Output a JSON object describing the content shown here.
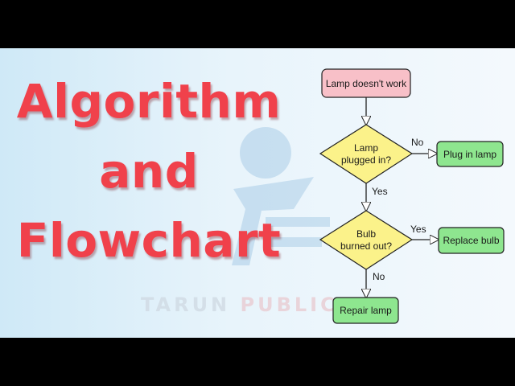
{
  "title": {
    "line1": "Algorithm",
    "line2": "and",
    "line3": "Flowchart"
  },
  "watermark": {
    "first": "TARUN",
    "second": "PUBLICATI"
  },
  "flowchart": {
    "nodes": {
      "start": "Lamp doesn't work",
      "decision1": [
        "Lamp",
        "plugged in?"
      ],
      "action1": "Plug in lamp",
      "decision2": [
        "Bulb",
        "burned out?"
      ],
      "action2": "Replace bulb",
      "end": "Repair lamp"
    },
    "edges": {
      "d1_no": "No",
      "d1_yes": "Yes",
      "d2_yes": "Yes",
      "d2_no": "No"
    }
  },
  "colors": {
    "title": "#f0414b",
    "start_fill": "#f8c0c8",
    "decision_fill": "#fbf28a",
    "action_fill": "#8ee68f",
    "stroke": "#222222"
  }
}
